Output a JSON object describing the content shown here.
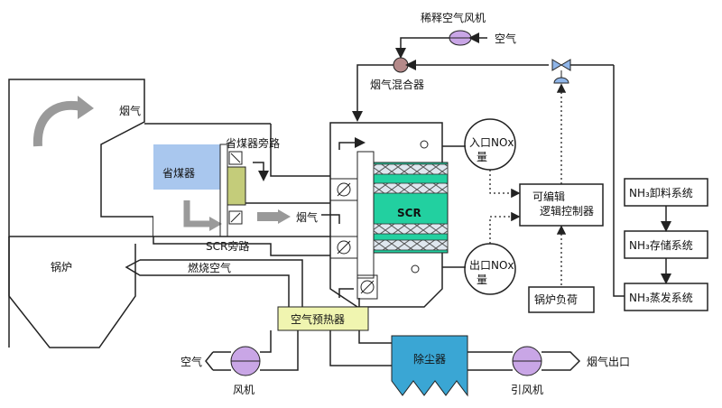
{
  "labels": {
    "dilution_fan": "稀释空气风机",
    "air_top": "空气",
    "flue_mixer": "烟气混合器",
    "flue_gas_top": "烟气",
    "economizer_bypass": "省煤器旁路",
    "economizer": "省煤器",
    "inlet_nox": "入口NOx量",
    "scr": "SCR",
    "flue_gas_mid": "烟气",
    "plc": "可编辑逻辑控制器",
    "scr_bypass": "SCR旁路",
    "boiler": "锅炉",
    "combustion_air": "燃烧空气",
    "outlet_nox": "出口NOx量",
    "boiler_load": "锅炉负荷",
    "air_preheater": "空气预热器",
    "air_bottom": "空气",
    "fan": "风机",
    "dust_collector": "除尘器",
    "induced_fan": "引风机",
    "flue_outlet": "烟气出口",
    "nh3_unload": "NH₃卸料系统",
    "nh3_storage": "NH₃存储系统",
    "nh3_evap": "NH₃蒸发系统"
  },
  "colors": {
    "economizer_blue": "#a9c7ee",
    "scr_green": "#22d0a0",
    "preheater_yellow": "#f0f5b0",
    "dust_blue": "#3aa6d4",
    "fan_purple": "#c9a6e6",
    "bypass_olive": "#c4cc7a"
  }
}
